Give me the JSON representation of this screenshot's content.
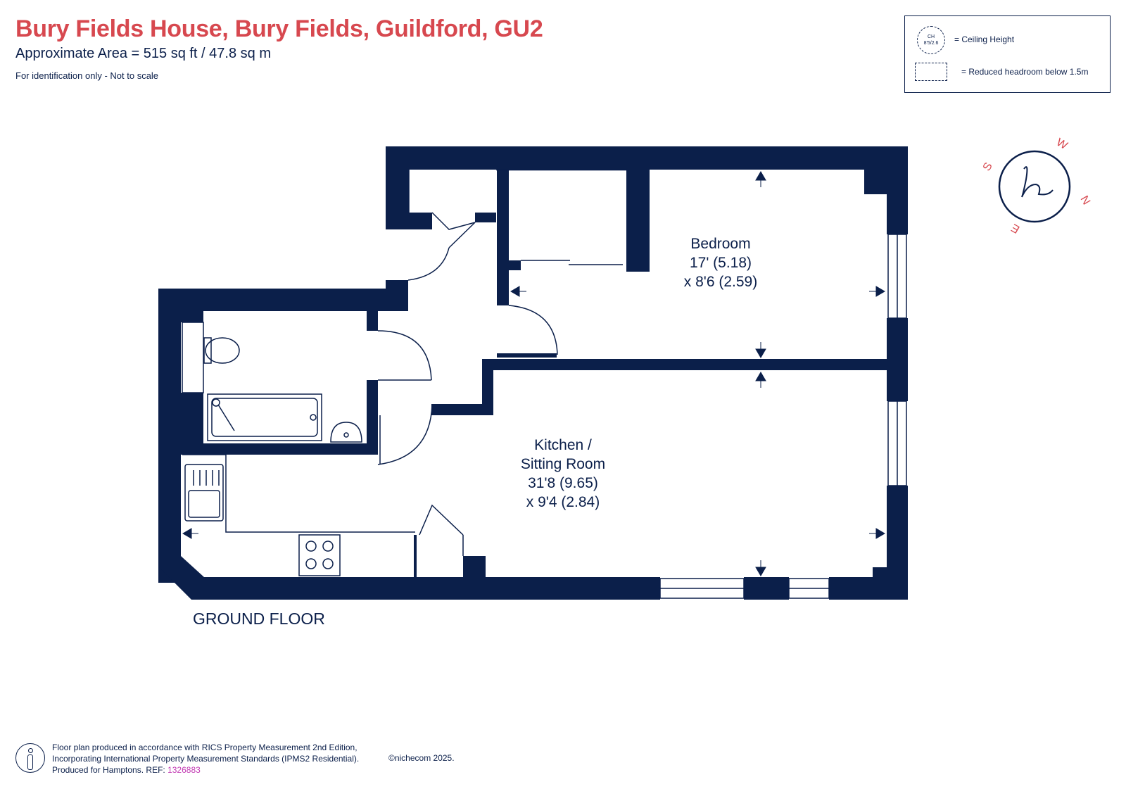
{
  "header": {
    "title": "Bury Fields House, Bury Fields, Guildford, GU2",
    "area": "Approximate Area = 515  sq ft / 47.8  sq m",
    "disclaimer": "For identification only - Not to scale"
  },
  "legend": {
    "ceiling_symbol_top": "CH",
    "ceiling_symbol_bottom": "8'5/2.6",
    "ceiling_label": "= Ceiling Height",
    "reduced_label": "= Reduced headroom below 1.5m"
  },
  "compass": {
    "n": "N",
    "s": "S",
    "e": "E",
    "w": "W",
    "logo": "h"
  },
  "rooms": {
    "bedroom": {
      "name": "Bedroom",
      "dim1": "17' (5.18)",
      "dim2": "x 8'6 (2.59)"
    },
    "kitchen": {
      "name1": "Kitchen /",
      "name2": "Sitting Room",
      "dim1": "31'8 (9.65)",
      "dim2": "x 9'4 (2.84)"
    }
  },
  "floor_label": "GROUND FLOOR",
  "footer": {
    "line1": "Floor plan produced in accordance with RICS Property Measurement 2nd Edition,",
    "line2": "Incorporating International Property Measurement Standards (IPMS2 Residential).",
    "line3_prefix": "Produced for Hamptons.   REF:",
    "ref": "1326883",
    "copyright": "©nichecom 2025."
  },
  "colors": {
    "wall": "#0b1f4a",
    "title": "#d7484f",
    "compass": "#d7484f",
    "ref": "#c239b3"
  }
}
